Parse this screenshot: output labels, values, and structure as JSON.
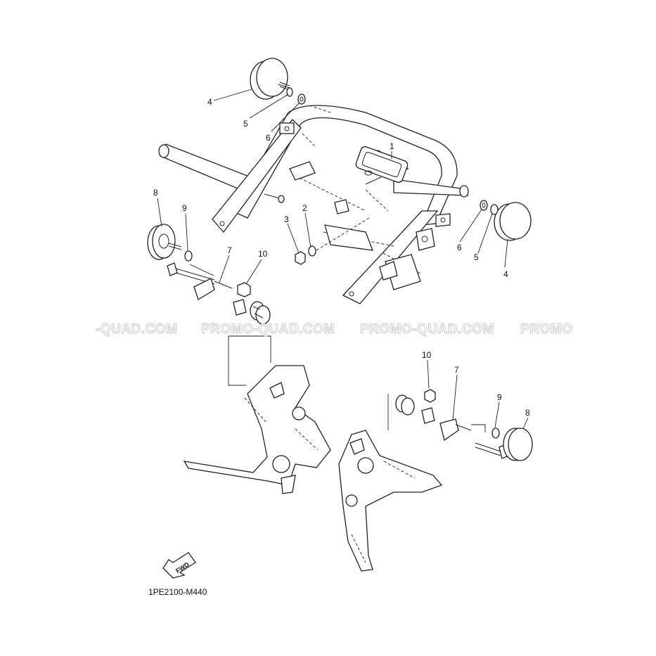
{
  "diagram": {
    "drawing_code": "1PE2100-M440",
    "forward_arrow_label": "FWD",
    "watermark_texts": [
      "-QUAD.COM",
      "PROMO-QUAD.COM",
      "PROMO-QUAD.COM",
      "PROMO"
    ],
    "callouts": [
      {
        "id": "c1",
        "label": "1"
      },
      {
        "id": "c2",
        "label": "2"
      },
      {
        "id": "c3",
        "label": "3"
      },
      {
        "id": "c4a",
        "label": "4"
      },
      {
        "id": "c4b",
        "label": "4"
      },
      {
        "id": "c5a",
        "label": "5"
      },
      {
        "id": "c5b",
        "label": "5"
      },
      {
        "id": "c6a",
        "label": "6"
      },
      {
        "id": "c6b",
        "label": "6"
      },
      {
        "id": "c7a",
        "label": "7"
      },
      {
        "id": "c7b",
        "label": "7"
      },
      {
        "id": "c8a",
        "label": "8"
      },
      {
        "id": "c8b",
        "label": "8"
      },
      {
        "id": "c9a",
        "label": "9"
      },
      {
        "id": "c9b",
        "label": "9"
      },
      {
        "id": "c10a",
        "label": "10"
      },
      {
        "id": "c10b",
        "label": "10"
      }
    ]
  }
}
